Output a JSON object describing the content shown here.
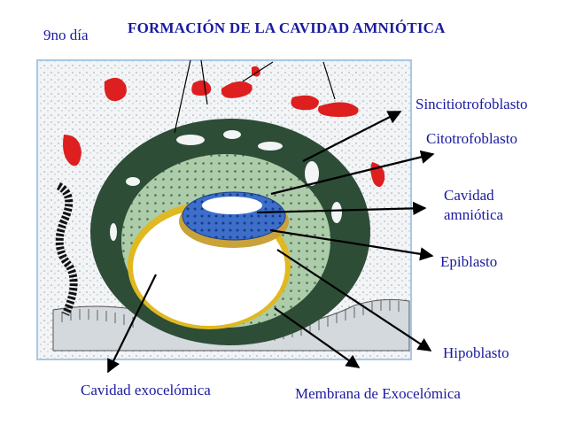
{
  "title": "FORMACIÓN DE LA CAVIDAD AMNIÓTICA",
  "day_label": "9no día",
  "labels": {
    "sincitiotrofoblasto": "Sincitiotrofoblasto",
    "citotrofoblasto": "Citotrofoblasto",
    "cavidad_line1": "Cavidad",
    "cavidad_line2": "amniótica",
    "epiblasto": "Epiblasto",
    "hipoblasto": "Hipoblasto",
    "cavidad_exocelomica": "Cavidad exocelómica",
    "membrana_exocelomica": "Membrana de Exocelómica"
  },
  "colors": {
    "text": "#1a1aa0",
    "syncytio": "#2d4d36",
    "cyto": "#a8c9a6",
    "amnion": "#3f6fcb",
    "hypoblast": "#c9a23a",
    "exocoelom_membrane": "#e0b820",
    "lacunae": "#dd1f1f",
    "tissue_bg": "#eef1f3"
  }
}
